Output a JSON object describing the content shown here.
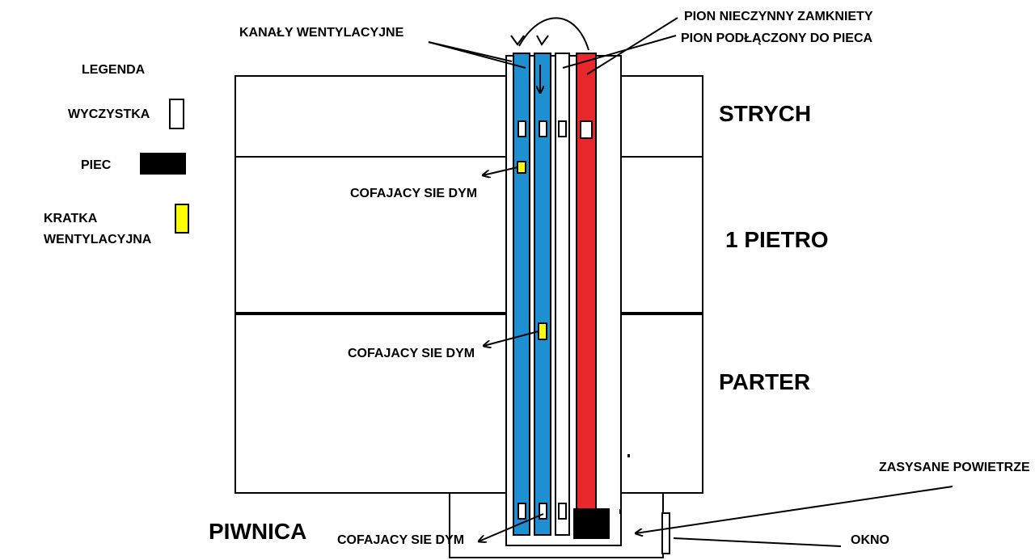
{
  "legend": {
    "title": "LEGENDA",
    "items": [
      {
        "label": "WYCZYSTKA",
        "color": "#ffffff"
      },
      {
        "label": "PIEC",
        "color": "#000000"
      },
      {
        "label_line1": "KRATKA",
        "label_line2": "WENTYLACYJNA",
        "color": "#ffff00"
      }
    ]
  },
  "floors": {
    "attic": "STRYCH",
    "first": "1 PIETRO",
    "ground": "PARTER",
    "basement": "PIWNICA"
  },
  "labels": {
    "ventilation_channels": "KANAŁY WENTYLACYJNE",
    "closed_riser": "PION NIECZYNNY ZAMKNIETY",
    "furnace_riser": "PION PODŁĄCZONY DO PIECA",
    "smoke_1": "COFAJACY SIE DYM",
    "smoke_2": "COFAJACY SIE DYM",
    "smoke_3": "COFAJACY SIE DYM",
    "sucked_air": "ZASYSANE POWIETRZE",
    "window": "OKNO"
  },
  "colors": {
    "ventilation_channel": "#1e90d2",
    "furnace_riser": "#e8282d",
    "grate": "#ffff00",
    "furnace": "#000000"
  }
}
